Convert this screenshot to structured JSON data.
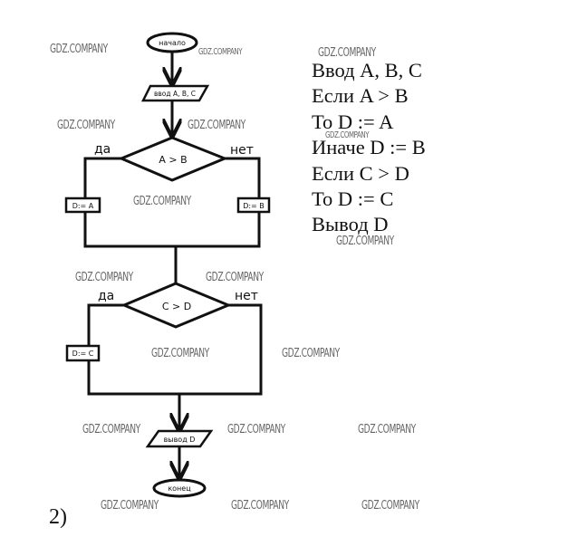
{
  "flowchart": {
    "start": "начало",
    "input": "ввод A, B, C",
    "decision1": {
      "condition": "A > B",
      "yes": "да",
      "no": "нет",
      "yes_action": "D:= A",
      "no_action": "D:= B"
    },
    "decision2": {
      "condition": "C > D",
      "yes": "да",
      "no": "нет",
      "yes_action": "D:= C"
    },
    "output": "вывод D",
    "end": "конец"
  },
  "pseudocode": [
    "Ввод A, B, C",
    "Если A > B",
    "То D := A",
    "Иначе D := B",
    "Если C > D",
    "То D := C",
    "Вывод D"
  ],
  "problem_label": "2)",
  "watermark": "GDZ.COMPANY"
}
